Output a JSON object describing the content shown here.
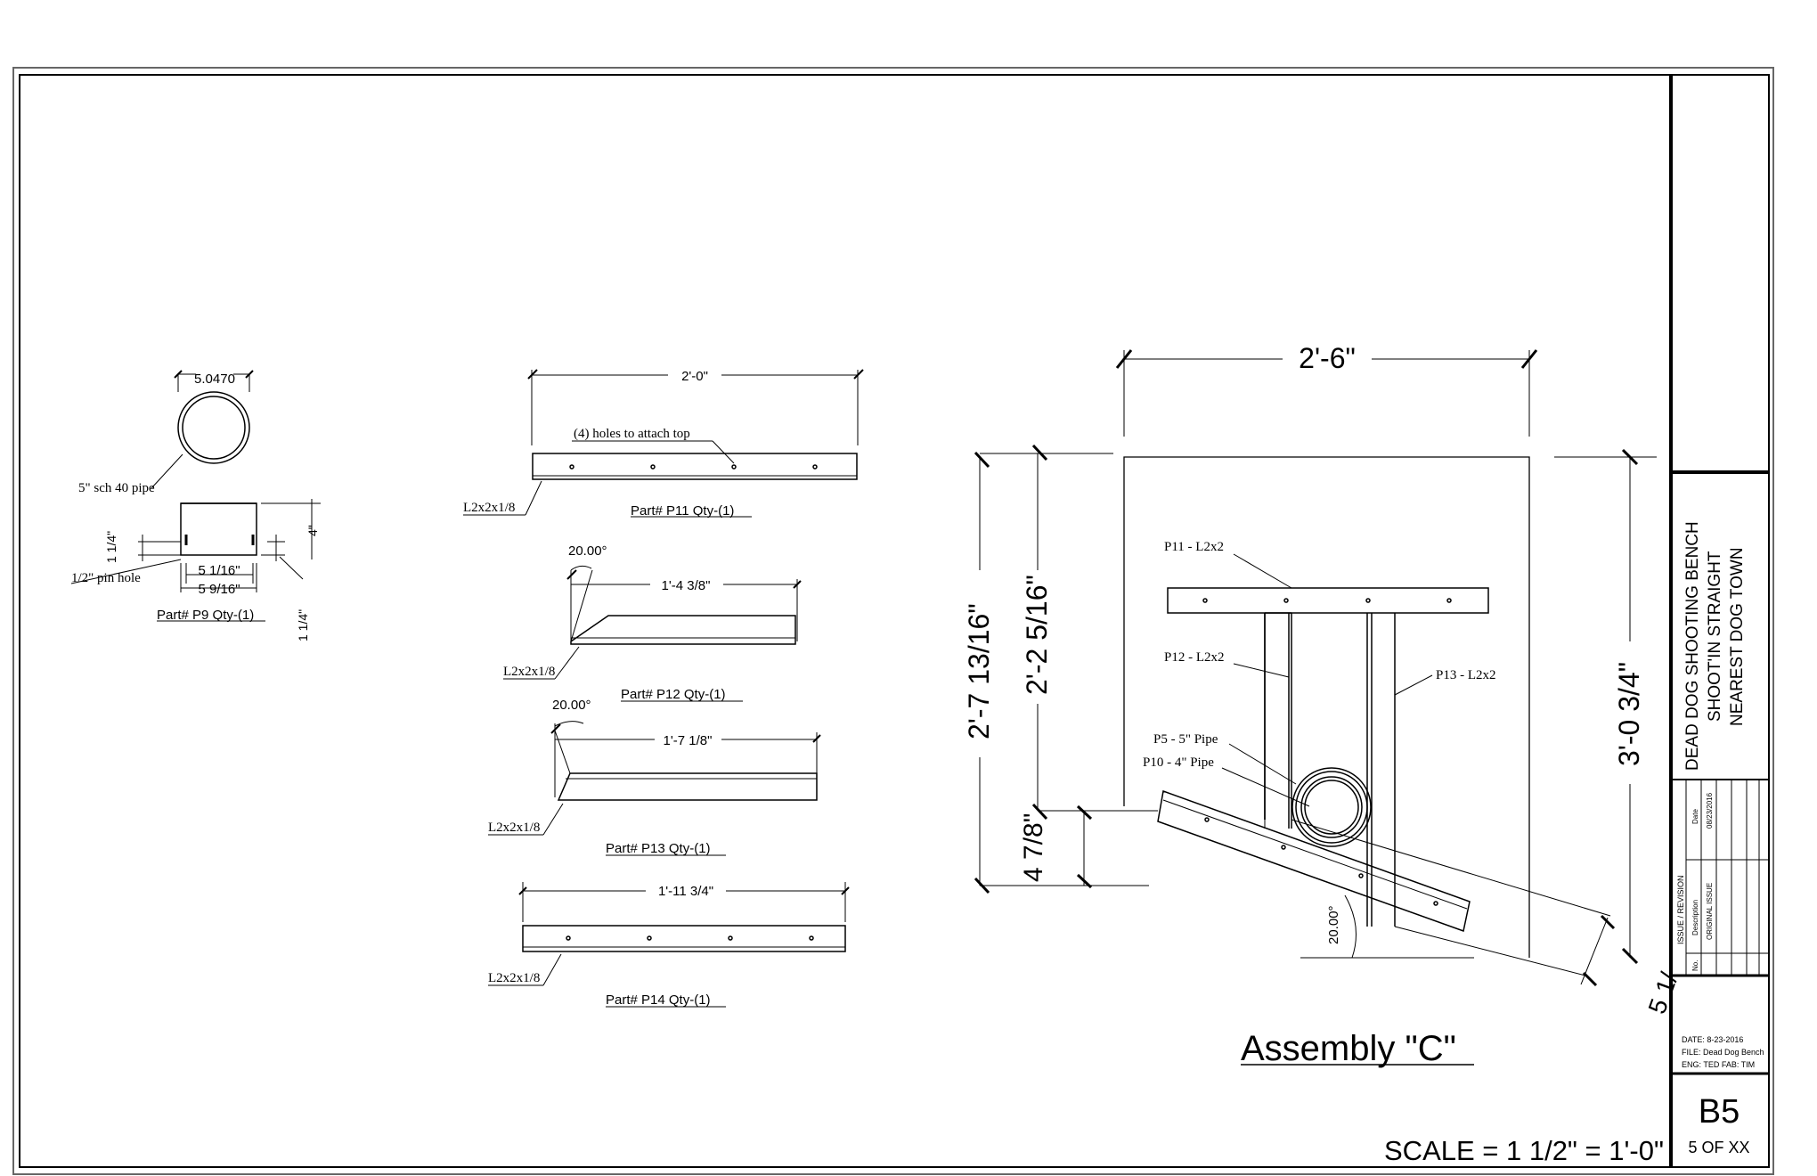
{
  "title_block": {
    "project_lines": [
      "DEAD DOG SHOOTING BENCH",
      "SHOOT'IN STRAIGHT",
      "NEAREST DOG TOWN"
    ],
    "revision_header": "ISSUE / REVISION",
    "revision_no_label": "No.",
    "revision_desc_label": "Description",
    "revision_date_label": "Date",
    "revision_desc": "ORIGINAL ISSUE",
    "revision_date": "08/23/2016",
    "date_line": "DATE: 8-23-2016",
    "file_line": "FILE: Dead Dog Bench",
    "eng_line": "ENG: TED   FAB: TIM",
    "sheet_id": "B5",
    "sheet_count": "5 OF XX"
  },
  "scale_text": "SCALE = 1 1/2\" = 1'-0\"",
  "assembly_title": "Assembly \"C\"",
  "part_p9": {
    "diameter": "5.0470",
    "pipe_label": "5\" sch 40 pipe",
    "pin_hole": "1/2\" pin hole",
    "dim_a": "5 1/16\"",
    "dim_b": "5 9/16\"",
    "dim_left": "1 1/4\"",
    "dim_height": "4\"",
    "dim_right": "1 1/4\"",
    "caption": "Part# P9  Qty-(1)"
  },
  "part_p11": {
    "length": "2'-0\"",
    "holes_note": "(4) holes to attach top",
    "material": "L2x2x1/8",
    "caption": "Part# P11  Qty-(1)"
  },
  "part_p12": {
    "angle": "20.00°",
    "length": "1'-4 3/8\"",
    "material": "L2x2x1/8",
    "caption": "Part# P12  Qty-(1)"
  },
  "part_p13": {
    "angle": "20.00°",
    "length": "1'-7 1/8\"",
    "material": "L2x2x1/8",
    "caption": "Part# P13  Qty-(1)"
  },
  "part_p14": {
    "length": "1'-11 3/4\"",
    "material": "L2x2x1/8",
    "caption": "Part# P14  Qty-(1)"
  },
  "assembly": {
    "width": "2'-6\"",
    "height_total": "2'-7 13/16\"",
    "height_inner": "2'-2 5/16\"",
    "height_right": "3'-0 3/4\"",
    "height_low": "4 7/8\"",
    "slope_dim": "5 1/",
    "angle": "20.00°",
    "label_p11": "P11 - L2x2",
    "label_p12": "P12 - L2x2",
    "label_p13": "P13 - L2x2",
    "label_p5": "P5 - 5\" Pipe",
    "label_p10": "P10 - 4\" Pipe"
  }
}
